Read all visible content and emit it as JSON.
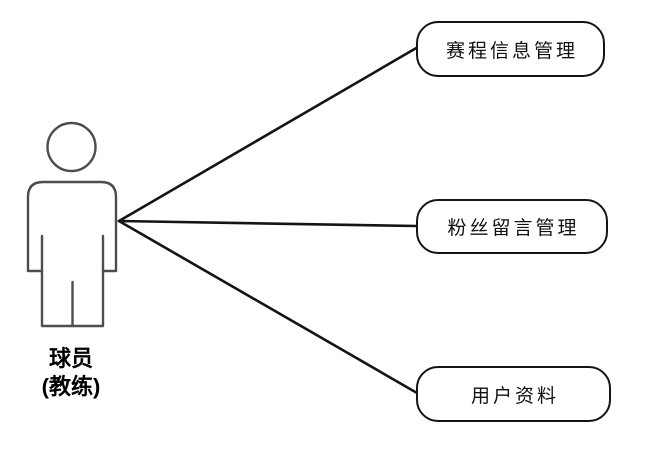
{
  "diagram": {
    "kind": "uml-use-case-diagram",
    "colors": {
      "background": "#ffffff",
      "connector": "#141414",
      "node_border": "#141414",
      "node_fill": "#ffffff",
      "actor_outline": "#4d4d4d",
      "text": "#111111"
    },
    "actor": {
      "label_line1": "球员",
      "label_line2": "(教练)"
    },
    "use_cases": [
      {
        "label": "赛程信息管理"
      },
      {
        "label": "粉丝留言管理"
      },
      {
        "label": "用户资料"
      }
    ],
    "associations": [
      {
        "from": "actor",
        "to": "赛程信息管理"
      },
      {
        "from": "actor",
        "to": "粉丝留言管理"
      },
      {
        "from": "actor",
        "to": "用户资料"
      }
    ]
  }
}
